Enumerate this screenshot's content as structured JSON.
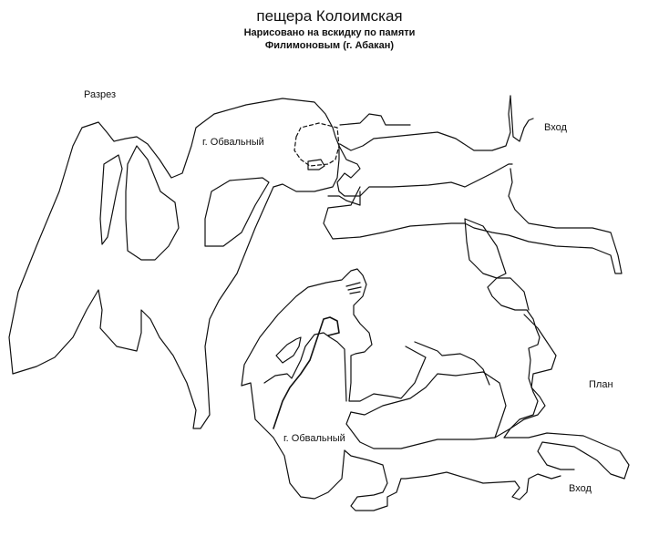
{
  "title": "пещера Колоимская",
  "subtitle_line1": "Нарисовано на вскидку по памяти",
  "subtitle_line2": "Филимоновым (г. Абакан)",
  "section": {
    "label": "Разрез",
    "grotto_label": "г. Обвальный",
    "entrance_label": "Вход"
  },
  "plan": {
    "label": "План",
    "grotto_label": "г. Обвальный",
    "entrance_label": "Вход"
  }
}
